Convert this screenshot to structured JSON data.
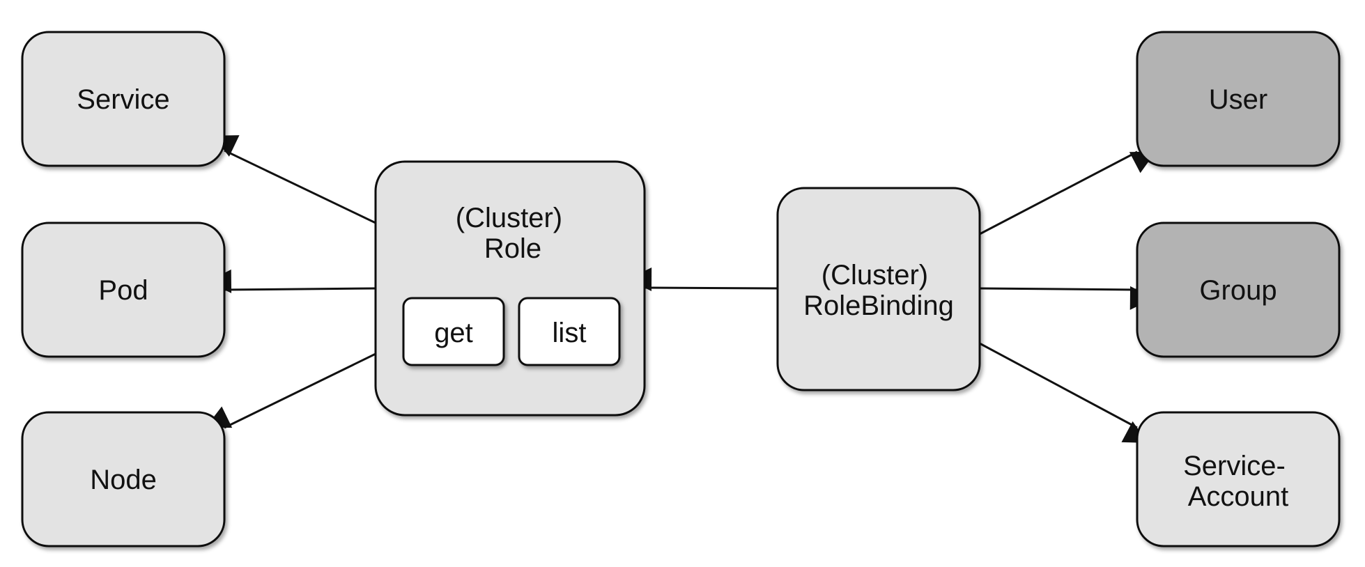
{
  "colors": {
    "light_fill": "#e3e3e3",
    "dark_fill": "#b3b3b3",
    "white_fill": "#ffffff",
    "stroke": "#111111"
  },
  "nodes": {
    "service": {
      "lines": [
        "Service"
      ]
    },
    "pod": {
      "lines": [
        "Pod"
      ]
    },
    "node": {
      "lines": [
        "Node"
      ]
    },
    "role": {
      "lines": [
        "(Cluster)",
        "Role"
      ]
    },
    "verb_get": {
      "lines": [
        "get"
      ]
    },
    "verb_list": {
      "lines": [
        "list"
      ]
    },
    "rolebinding": {
      "lines": [
        "(Cluster)",
        "RoleBinding"
      ]
    },
    "user": {
      "lines": [
        "User"
      ]
    },
    "group": {
      "lines": [
        "Group"
      ]
    },
    "serviceaccount": {
      "lines": [
        "Service-",
        "Account"
      ]
    }
  },
  "edges": [
    {
      "from": "role",
      "to": "service"
    },
    {
      "from": "role",
      "to": "pod"
    },
    {
      "from": "role",
      "to": "node"
    },
    {
      "from": "rolebinding",
      "to": "role"
    },
    {
      "from": "rolebinding",
      "to": "user"
    },
    {
      "from": "rolebinding",
      "to": "group"
    },
    {
      "from": "rolebinding",
      "to": "serviceaccount"
    }
  ]
}
